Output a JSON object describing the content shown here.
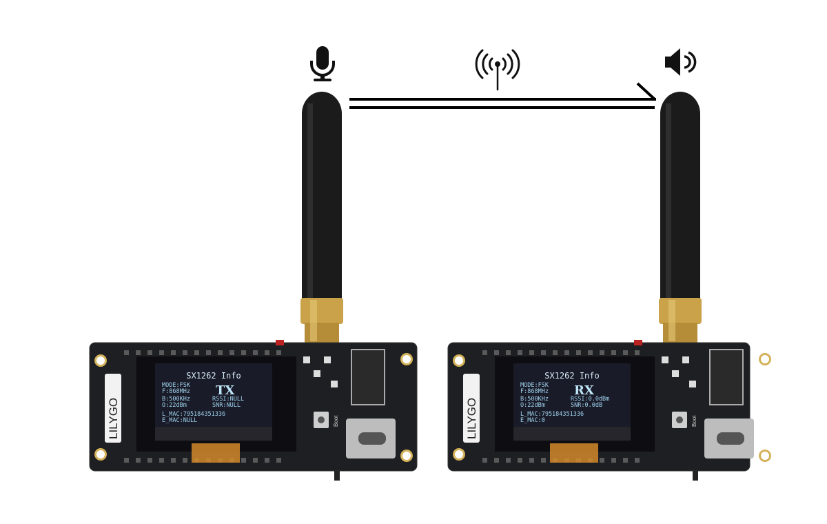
{
  "diagram": {
    "icons": {
      "source": "microphone-icon",
      "link": "radio-signal-icon",
      "sink": "speaker-icon"
    },
    "colors": {
      "board": "#1e1f22",
      "screen_text": "#9fd3ee",
      "antenna": "#1b1b1b",
      "connector": "#c9a24a"
    }
  },
  "boards": [
    {
      "brand": "LILYGO",
      "boot_label": "Boot",
      "screen": {
        "title": "SX1262 Info",
        "role": "TX",
        "mode": "MODE:FSK",
        "freq": "F:868MHz",
        "bw": "B:500KHz",
        "power": "O:22dBm",
        "rssi": "RSSI:NULL",
        "snr": "SNR:NULL",
        "l_mac": "L_MAC:795184351336",
        "e_mac": "E_MAC:NULL"
      }
    },
    {
      "brand": "LILYGO",
      "boot_label": "Boot",
      "screen": {
        "title": "SX1262 Info",
        "role": "RX",
        "mode": "MODE:FSK",
        "freq": "F:868MHz",
        "bw": "B:500KHz",
        "power": "O:22dBm",
        "rssi": "RSSI:0.0dBm",
        "snr": "SNR:0.0dB",
        "l_mac": "L_MAC:795184351336",
        "e_mac": "E_MAC:0"
      }
    }
  ]
}
